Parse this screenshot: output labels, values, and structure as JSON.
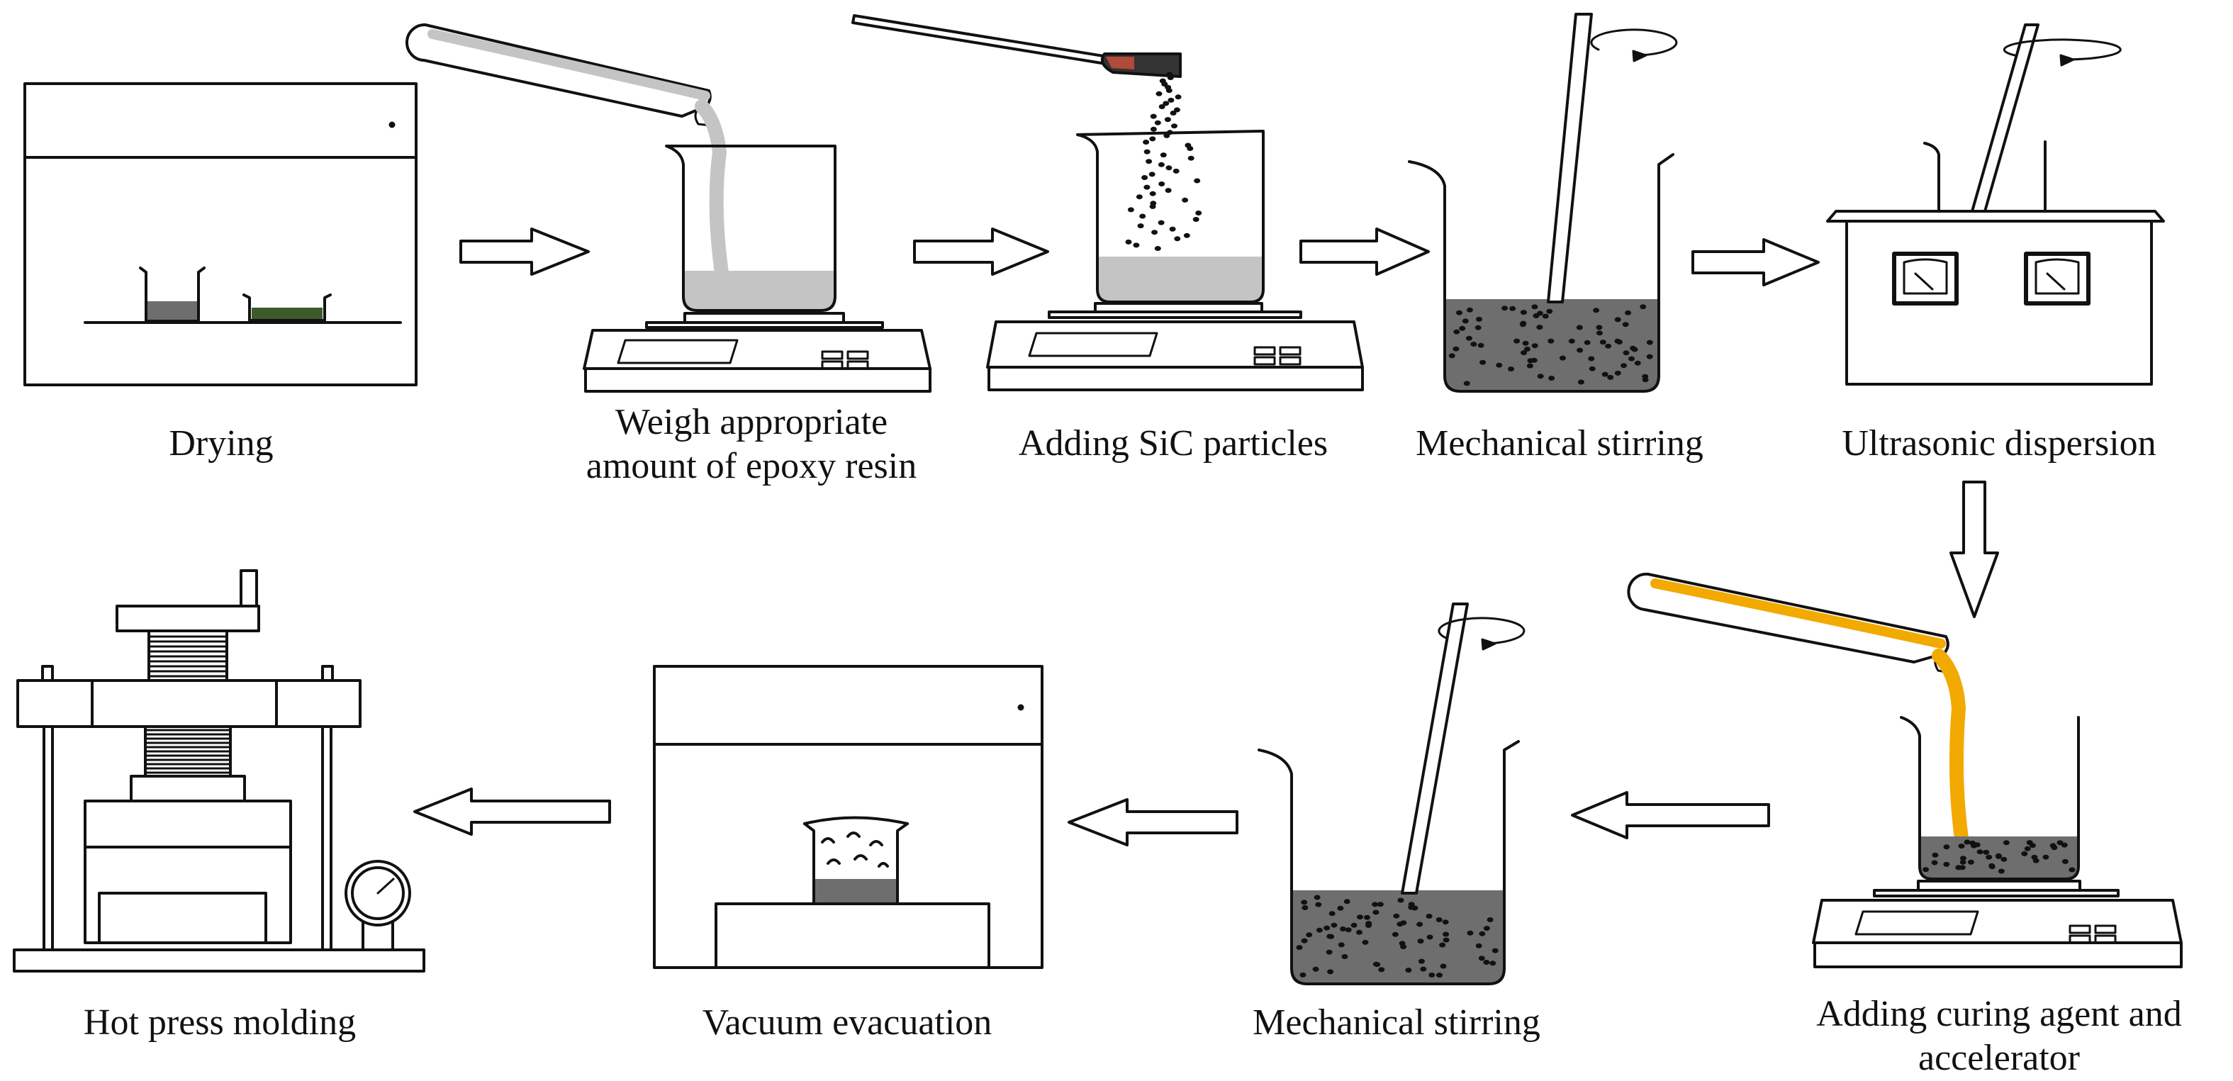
{
  "diagram": {
    "steps": [
      {
        "id": "drying",
        "label": "Drying"
      },
      {
        "id": "weigh-epoxy",
        "label_line1": "Weigh  appropriate",
        "label_line2": "amount of epoxy resin"
      },
      {
        "id": "adding-sic",
        "label": "Adding SiC particles"
      },
      {
        "id": "mech-stir-1",
        "label": "Mechanical stirring"
      },
      {
        "id": "ultrasonic",
        "label": "Ultrasonic dispersion"
      },
      {
        "id": "curing-agent",
        "label_line1": "Adding curing agent and",
        "label_line2": "accelerator"
      },
      {
        "id": "mech-stir-2",
        "label": "Mechanical stirring"
      },
      {
        "id": "vacuum",
        "label": "Vacuum evacuation"
      },
      {
        "id": "hot-press",
        "label": "Hot press molding"
      }
    ],
    "colors": {
      "line": "#111111",
      "epoxy": "#c4c4c4",
      "mixture": "#6e6e6e",
      "particle": "#111111",
      "curing_agent": "#f2a900",
      "drying_dish": "#3d5a2a",
      "spatula_tip": "#b04a3a"
    }
  }
}
